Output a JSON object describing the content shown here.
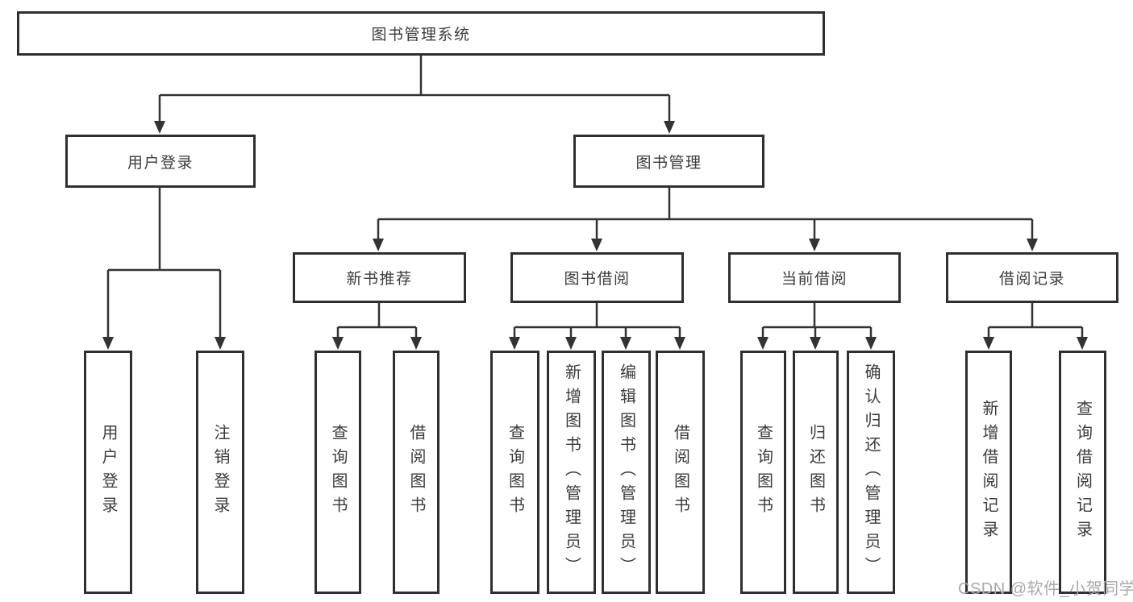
{
  "diagram": {
    "type": "hierarchy-tree",
    "orientation": "top-down",
    "colors": {
      "background": "#ffffff",
      "line": "#333333",
      "box_border": "#2f2f2f",
      "text": "#3b3b3b",
      "watermark": "#a9a9a9"
    },
    "tree": {
      "label": "图书管理系统",
      "children": [
        {
          "label": "用户登录",
          "children": [
            {
              "label": "用户登录"
            },
            {
              "label": "注销登录"
            }
          ]
        },
        {
          "label": "图书管理",
          "children": [
            {
              "label": "新书推荐",
              "children": [
                {
                  "label": "查询图书"
                },
                {
                  "label": "借阅图书"
                }
              ]
            },
            {
              "label": "图书借阅",
              "children": [
                {
                  "label": "查询图书"
                },
                {
                  "label": "新增图书（管理员）"
                },
                {
                  "label": "编辑图书（管理员）"
                },
                {
                  "label": "借阅图书"
                }
              ]
            },
            {
              "label": "当前借阅",
              "children": [
                {
                  "label": "查询图书"
                },
                {
                  "label": "归还图书"
                },
                {
                  "label": "确认归还（管理员）"
                }
              ]
            },
            {
              "label": "借阅记录",
              "children": [
                {
                  "label": "新增借阅记录"
                },
                {
                  "label": "查询借阅记录"
                }
              ]
            }
          ]
        }
      ]
    },
    "watermark": "CSDN @软件_小贺同学"
  }
}
